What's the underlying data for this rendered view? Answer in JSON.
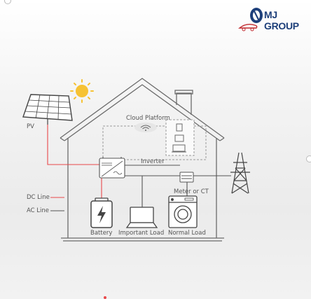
{
  "brand": {
    "name": "MJ GROUP"
  },
  "colors": {
    "dc_line": "#e8474a",
    "ac_line": "#555555",
    "sun": "#f6c233",
    "outline": "#6b6b6b"
  },
  "labels": {
    "pv": "PV",
    "cloud": "Cloud Platform",
    "inverter": "Inverter",
    "meter": "Meter or CT",
    "battery": "Battery",
    "important_load": "Important Load",
    "normal_load": "Normal Load",
    "dc_line": "DC Line",
    "ac_line": "AC Line"
  },
  "icons": [
    "solar-panel-icon",
    "sun-icon",
    "wifi-icon",
    "inverter-icon",
    "meter-icon",
    "battery-icon",
    "laptop-icon",
    "washing-machine-icon",
    "power-tower-icon",
    "logo-icon"
  ]
}
